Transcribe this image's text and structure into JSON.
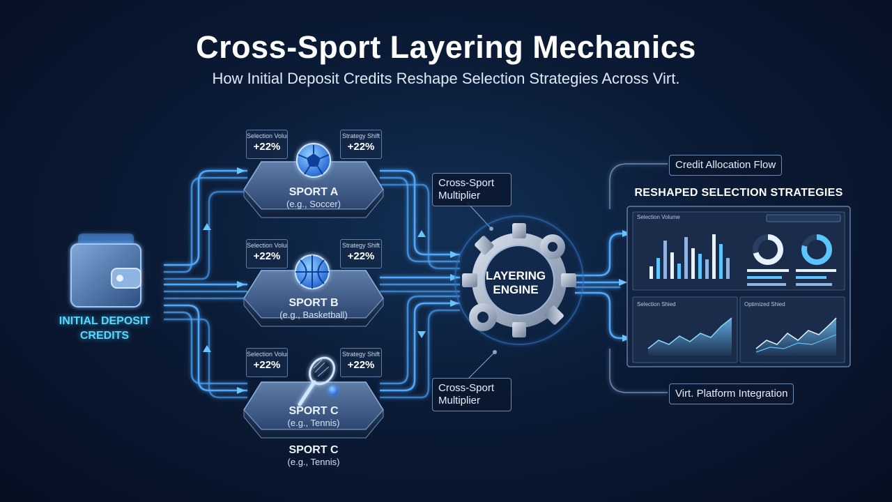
{
  "header": {
    "title": "Cross-Sport Layering Mechanics",
    "subtitle": "How Initial Deposit Credits Reshape Selection Strategies Across Virt."
  },
  "source": {
    "label_line1": "INITIAL DEPOSIT",
    "label_line2": "CREDITS",
    "icon": "wallet-icon"
  },
  "sports": [
    {
      "name": "SPORT A",
      "example": "(e.g., Soccer)",
      "icon": "soccer-ball-icon",
      "volume_label": "Selection Volume",
      "volume_value": "+22%",
      "shift_label": "Strategy Shift",
      "shift_value": "+22%"
    },
    {
      "name": "SPORT B",
      "example": "(e.g., Basketball)",
      "icon": "basketball-icon",
      "volume_label": "Selection Volume",
      "volume_value": "+22%",
      "shift_label": "Strategy Shift",
      "shift_value": "+22%"
    },
    {
      "name": "SPORT C",
      "example": "(e.g., Tennis)",
      "icon": "tennis-racket-icon",
      "volume_label": "Selection Volume",
      "volume_value": "+22%",
      "shift_label": "Strategy Shift",
      "shift_value": "+22%"
    }
  ],
  "sport_c_caption": {
    "name": "SPORT C",
    "example": "(e.g., Tennis)"
  },
  "callouts": {
    "multiplier_top": "Cross-Sport Multiplier",
    "multiplier_bottom": "Cross-Sport Multiplier",
    "credit_flow": "Credit Allocation Flow",
    "platform_integration": "Virt. Platform Integration"
  },
  "engine": {
    "line1": "LAYERING",
    "line2": "ENGINE",
    "icon": "gear-icon"
  },
  "dashboard": {
    "heading": "RESHAPED SELECTION STRATEGIES",
    "top_panel_title": "Selection Volume",
    "bottom_left_title": "Selection Shied",
    "bottom_right_title": "Optimized Shied"
  },
  "colors": {
    "accent": "#3aa8ff",
    "glow": "#56d8ff",
    "panel": "#1a2c4a",
    "line": "#4fa9ff"
  }
}
